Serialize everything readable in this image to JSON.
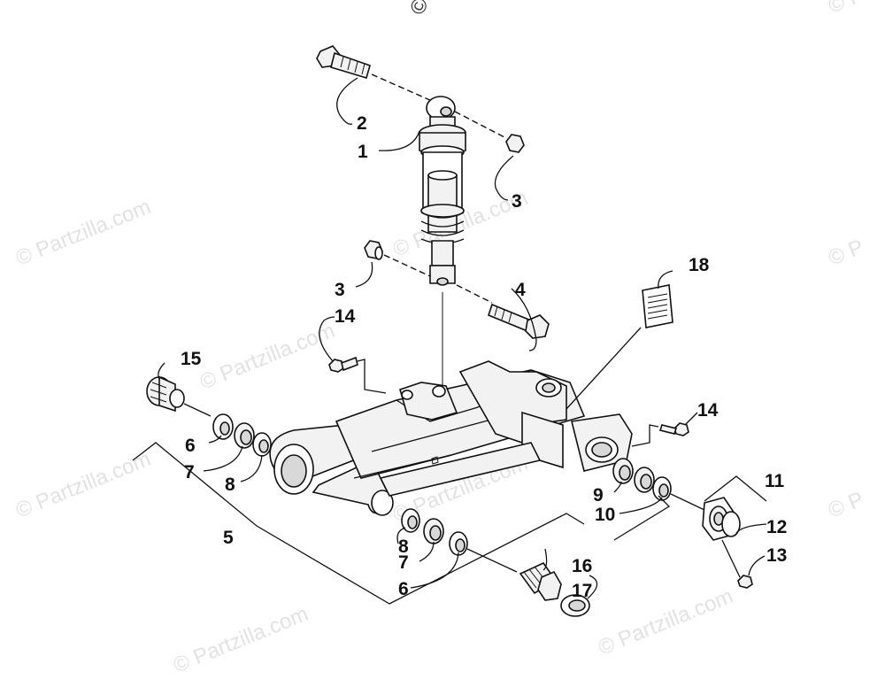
{
  "watermarks": [
    "© Partzilla.com",
    "© Partzilla.com",
    "© Partzilla.com",
    "© Partzilla.com",
    "© Partzilla.com",
    "© Partzilla.com",
    "© Partzilla.com",
    "© P",
    "© P",
    "© P",
    "© P"
  ],
  "callouts": [
    {
      "id": "c1",
      "label": "1"
    },
    {
      "id": "c2",
      "label": "2"
    },
    {
      "id": "c3a",
      "label": "3"
    },
    {
      "id": "c3b",
      "label": "3"
    },
    {
      "id": "c4",
      "label": "4"
    },
    {
      "id": "c5",
      "label": "5"
    },
    {
      "id": "c6a",
      "label": "6"
    },
    {
      "id": "c6b",
      "label": "6"
    },
    {
      "id": "c7a",
      "label": "7"
    },
    {
      "id": "c7b",
      "label": "7"
    },
    {
      "id": "c8a",
      "label": "8"
    },
    {
      "id": "c8b",
      "label": "8"
    },
    {
      "id": "c9",
      "label": "9"
    },
    {
      "id": "c10",
      "label": "10"
    },
    {
      "id": "c11",
      "label": "11"
    },
    {
      "id": "c12",
      "label": "12"
    },
    {
      "id": "c13",
      "label": "13"
    },
    {
      "id": "c14a",
      "label": "14"
    },
    {
      "id": "c14b",
      "label": "14"
    },
    {
      "id": "c15",
      "label": "15"
    },
    {
      "id": "c16",
      "label": "16"
    },
    {
      "id": "c17",
      "label": "17"
    },
    {
      "id": "c18",
      "label": "18"
    }
  ]
}
